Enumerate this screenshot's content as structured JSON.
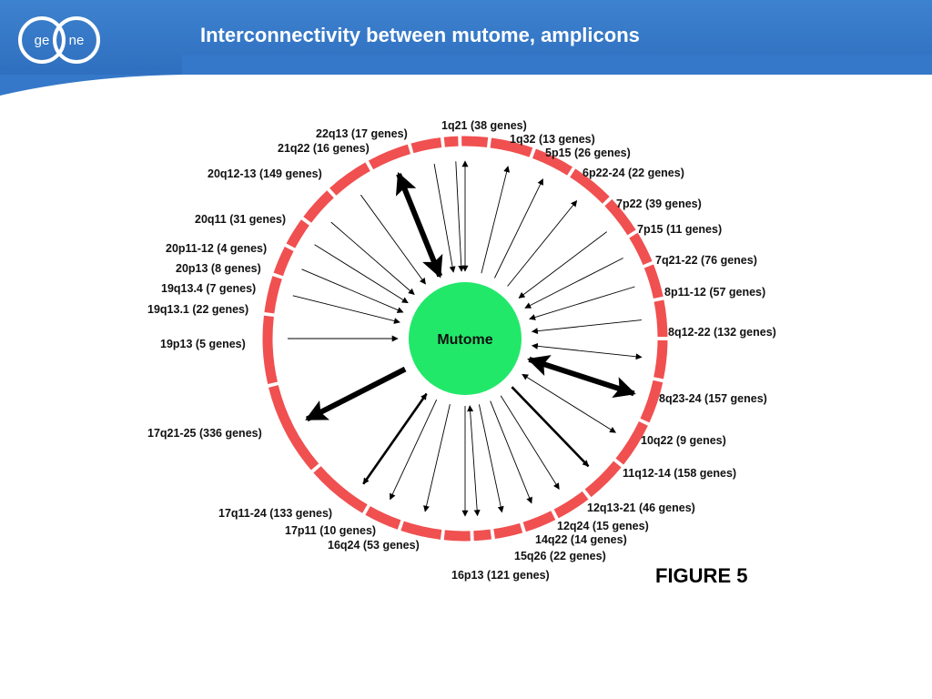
{
  "slide": {
    "title": "Interconnectivity between mutome, amplicons",
    "logo_text_left": "ge",
    "logo_text_right": "ne",
    "figure_label": "FIGURE 5"
  },
  "colors": {
    "header_blue": "#3578c9",
    "ring_red": "#f05050",
    "node_green": "#22e86a",
    "arrow_black": "#000000"
  },
  "diagram": {
    "center_label": "Mutome",
    "amplicons": [
      {
        "label": "1q21 (38 genes)",
        "weight": 1,
        "dir": "both"
      },
      {
        "label": "1q32 (13 genes)",
        "weight": 1,
        "dir": "out"
      },
      {
        "label": "5p15 (26 genes)",
        "weight": 1,
        "dir": "out"
      },
      {
        "label": "6p22-24 (22 genes)",
        "weight": 1,
        "dir": "out"
      },
      {
        "label": "7p22 (39 genes)",
        "weight": 1,
        "dir": "in"
      },
      {
        "label": "7p15 (11 genes)",
        "weight": 1,
        "dir": "in"
      },
      {
        "label": "7q21-22 (76 genes)",
        "weight": 1,
        "dir": "in"
      },
      {
        "label": "8p11-12 (57 genes)",
        "weight": 1,
        "dir": "in"
      },
      {
        "label": "8q12-22 (132 genes)",
        "weight": 1,
        "dir": "both"
      },
      {
        "label": "8q23-24 (157 genes)",
        "weight": 4,
        "dir": "both"
      },
      {
        "label": "10q22 (9 genes)",
        "weight": 1,
        "dir": "both"
      },
      {
        "label": "11q12-14 (158 genes)",
        "weight": 2,
        "dir": "out"
      },
      {
        "label": "12q13-21 (46 genes)",
        "weight": 1,
        "dir": "out"
      },
      {
        "label": "12q24 (15 genes)",
        "weight": 1,
        "dir": "out"
      },
      {
        "label": "14q22 (14 genes)",
        "weight": 1,
        "dir": "out"
      },
      {
        "label": "15q26 (22 genes)",
        "weight": 1,
        "dir": "both"
      },
      {
        "label": "16p13 (121 genes)",
        "weight": 1,
        "dir": "out"
      },
      {
        "label": "16q24 (53 genes)",
        "weight": 1,
        "dir": "out"
      },
      {
        "label": "17p11 (10 genes)",
        "weight": 1,
        "dir": "out"
      },
      {
        "label": "17q11-24 (133 genes)",
        "weight": 2,
        "dir": "both"
      },
      {
        "label": "17q21-25 (336 genes)",
        "weight": 4,
        "dir": "out"
      },
      {
        "label": "19p13 (5 genes)",
        "weight": 1,
        "dir": "in"
      },
      {
        "label": "19q13.1 (22 genes)",
        "weight": 1,
        "dir": "in"
      },
      {
        "label": "19q13.4 (7 genes)",
        "weight": 1,
        "dir": "in"
      },
      {
        "label": "20p13 (8 genes)",
        "weight": 1,
        "dir": "in"
      },
      {
        "label": "20p11-12 (4 genes)",
        "weight": 1,
        "dir": "in"
      },
      {
        "label": "20q11 (31 genes)",
        "weight": 1,
        "dir": "in"
      },
      {
        "label": "20q12-13 (149 genes)",
        "weight": 4,
        "dir": "both"
      },
      {
        "label": "21q22 (16 genes)",
        "weight": 1,
        "dir": "in"
      },
      {
        "label": "22q13 (17 genes)",
        "weight": 1,
        "dir": "in"
      }
    ]
  }
}
